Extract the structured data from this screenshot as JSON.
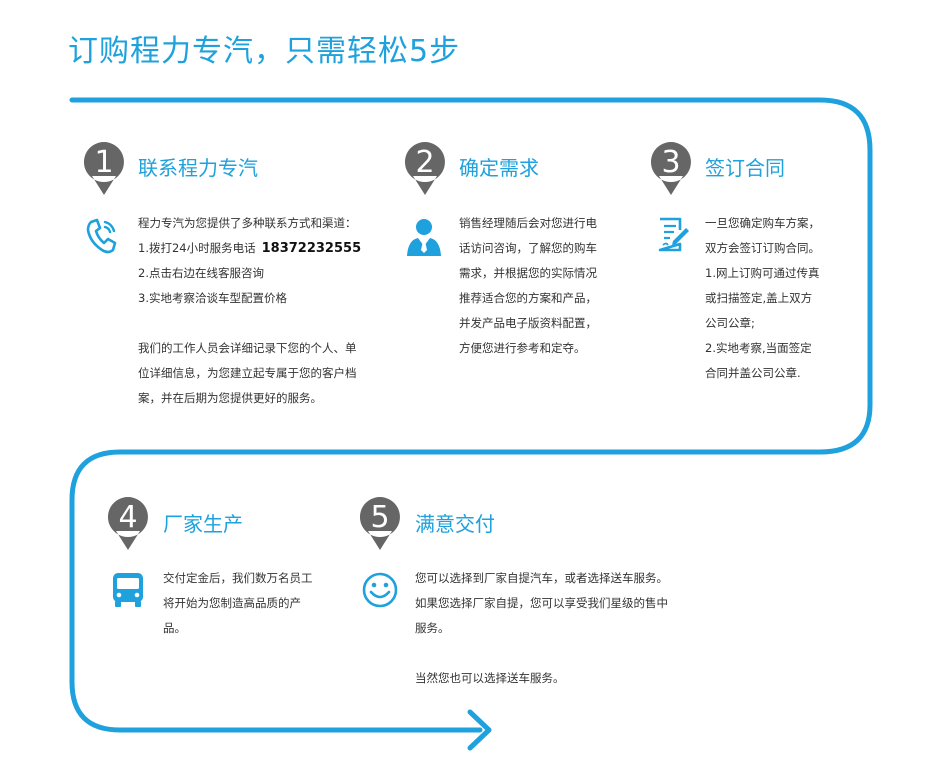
{
  "header": {
    "title": "订购程力专汽，只需轻松5步"
  },
  "colors": {
    "accent": "#1ea1dc",
    "marker": "#666666"
  },
  "steps": [
    {
      "number": "1",
      "title": "联系程力专汽",
      "icon": "phone-icon",
      "lines": [
        "程力专汽为您提供了多种联系方式和渠道：",
        "1.拨打24小时服务电话",
        "2.点击右边在线客服咨询",
        "3.实地考察洽谈车型配置价格"
      ],
      "phone": "18372232555",
      "lines2": [
        "我们的工作人员会详细记录下您的个人、单",
        "位详细信息，为您建立起专属于您的客户档",
        "案，并在后期为您提供更好的服务。"
      ]
    },
    {
      "number": "2",
      "title": "确定需求",
      "icon": "user-icon",
      "lines": [
        "销售经理随后会对您进行电",
        "话访问咨询，了解您的购车",
        "需求，并根据您的实际情况",
        "推荐适合您的方案和产品，",
        "并发产品电子版资料配置，",
        "方便您进行参考和定夺。"
      ]
    },
    {
      "number": "3",
      "title": "签订合同",
      "icon": "contract-icon",
      "lines": [
        "一旦您确定购车方案，",
        "双方会签订订购合同。",
        "1.网上订购可通过传真",
        "或扫描签定,盖上双方",
        "公司公章;",
        "2.实地考察,当面签定",
        "合同并盖公司公章."
      ]
    },
    {
      "number": "4",
      "title": "厂家生产",
      "icon": "bus-icon",
      "lines": [
        "交付定金后，我们数万名员工",
        "将开始为您制造高品质的产",
        "品。"
      ]
    },
    {
      "number": "5",
      "title": "满意交付",
      "icon": "smiley-icon",
      "lines": [
        "您可以选择到厂家自提汽车，或者选择送车服务。",
        "如果您选择厂家自提，您可以享受我们星级的售中",
        "服务。"
      ],
      "lines2": [
        "当然您也可以选择送车服务。"
      ]
    }
  ]
}
